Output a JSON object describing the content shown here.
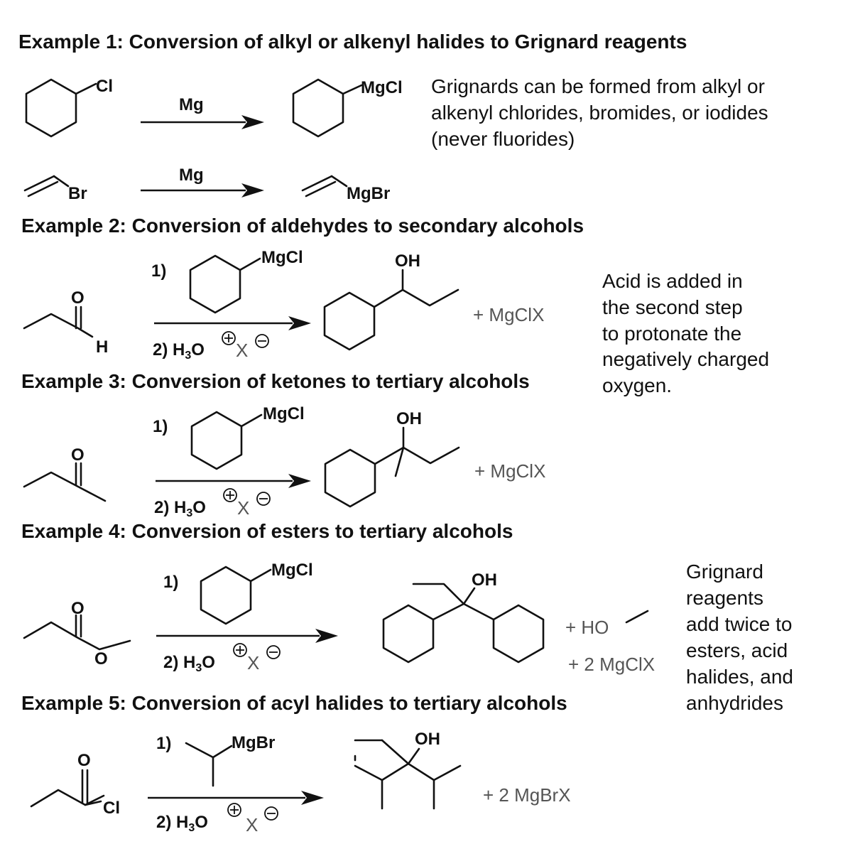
{
  "colors": {
    "halogen": "#3bb536",
    "oxygen": "#e8281f",
    "byproduct": "#555555",
    "text": "#111111"
  },
  "ex1": {
    "heading": "Example 1: Conversion of alkyl or alkenyl halides to Grignard reagents",
    "r1": {
      "sm_label": "Cl",
      "reagent": "Mg",
      "product_label": "MgCl"
    },
    "r2": {
      "sm_label": "Br",
      "reagent": "Mg",
      "product_label": "MgBr"
    },
    "note": [
      "Grignards can be formed from alkyl or",
      "alkenyl chlorides, bromides, or iodides",
      "(never fluorides)"
    ]
  },
  "ex2": {
    "heading": "Example 2: Conversion of aldehydes to secondary alcohols",
    "o_label": "O",
    "h_label": "H",
    "step1": "1)",
    "grignard": "MgCl",
    "step2": "2) H",
    "step2_sub": "3",
    "step2_tail": "O",
    "x_label": "X",
    "product_label": "OH",
    "byproduct": "+ MgClX",
    "note": [
      "Acid is added in",
      "the second step",
      "to protonate the",
      "negatively charged",
      "oxygen."
    ]
  },
  "ex3": {
    "heading": "Example 3: Conversion of ketones to tertiary alcohols",
    "o_label": "O",
    "step1": "1)",
    "grignard": "MgCl",
    "step2": "2) H",
    "step2_sub": "3",
    "step2_tail": "O",
    "x_label": "X",
    "product_label": "OH",
    "byproduct": "+ MgClX"
  },
  "ex4": {
    "heading": "Example 4: Conversion of esters to tertiary alcohols",
    "o_label": "O",
    "o2_label": "O",
    "step1": "1)",
    "grignard": "MgCl",
    "step2": "2) H",
    "step2_sub": "3",
    "step2_tail": "O",
    "x_label": "X",
    "product_label": "OH",
    "byproduct1": "+ HO",
    "byproduct2": "+ 2 MgClX",
    "note": [
      "Grignard",
      "reagents",
      "add twice to",
      "esters, acid",
      "halides, and",
      "anhydrides"
    ]
  },
  "ex5": {
    "heading": "Example 5: Conversion of acyl halides to tertiary alcohols",
    "o_label": "O",
    "cl_label": "Cl",
    "step1": "1)",
    "grignard": "MgBr",
    "step2": "2) H",
    "step2_sub": "3",
    "step2_tail": "O",
    "x_label": "X",
    "product_label": "OH",
    "byproduct": "+ 2 MgBrX"
  }
}
